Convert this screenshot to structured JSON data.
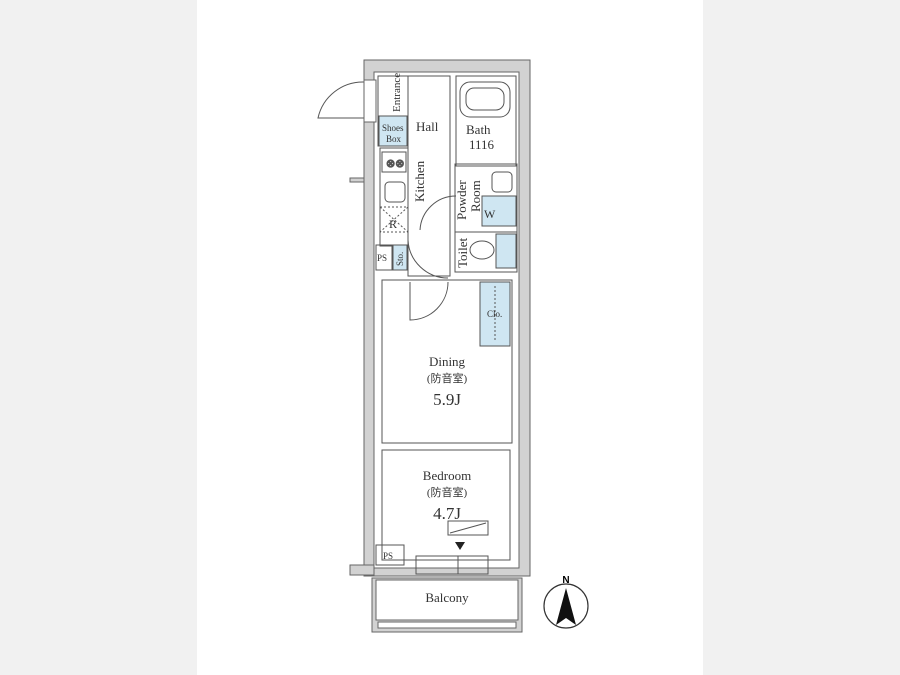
{
  "rooms": {
    "entrance": "Entrance",
    "shoes_box_1": "Shoes",
    "shoes_box_2": "Box",
    "hall": "Hall",
    "kitchen": "Kitchen",
    "refrigerator": "R",
    "bath": "Bath",
    "bath_size": "1116",
    "powder_room_1": "Powder",
    "powder_room_2": "Room",
    "washer": "W",
    "toilet": "Toilet",
    "storage": "Sto.",
    "ps_top": "PS",
    "closet": "Clo.",
    "dining": "Dining",
    "dining_note": "(防音室)",
    "dining_size": "5.9J",
    "bedroom": "Bedroom",
    "bedroom_note": "(防音室)",
    "bedroom_size": "4.7J",
    "ps_bottom": "PS",
    "balcony": "Balcony"
  },
  "compass": {
    "label": "N"
  }
}
